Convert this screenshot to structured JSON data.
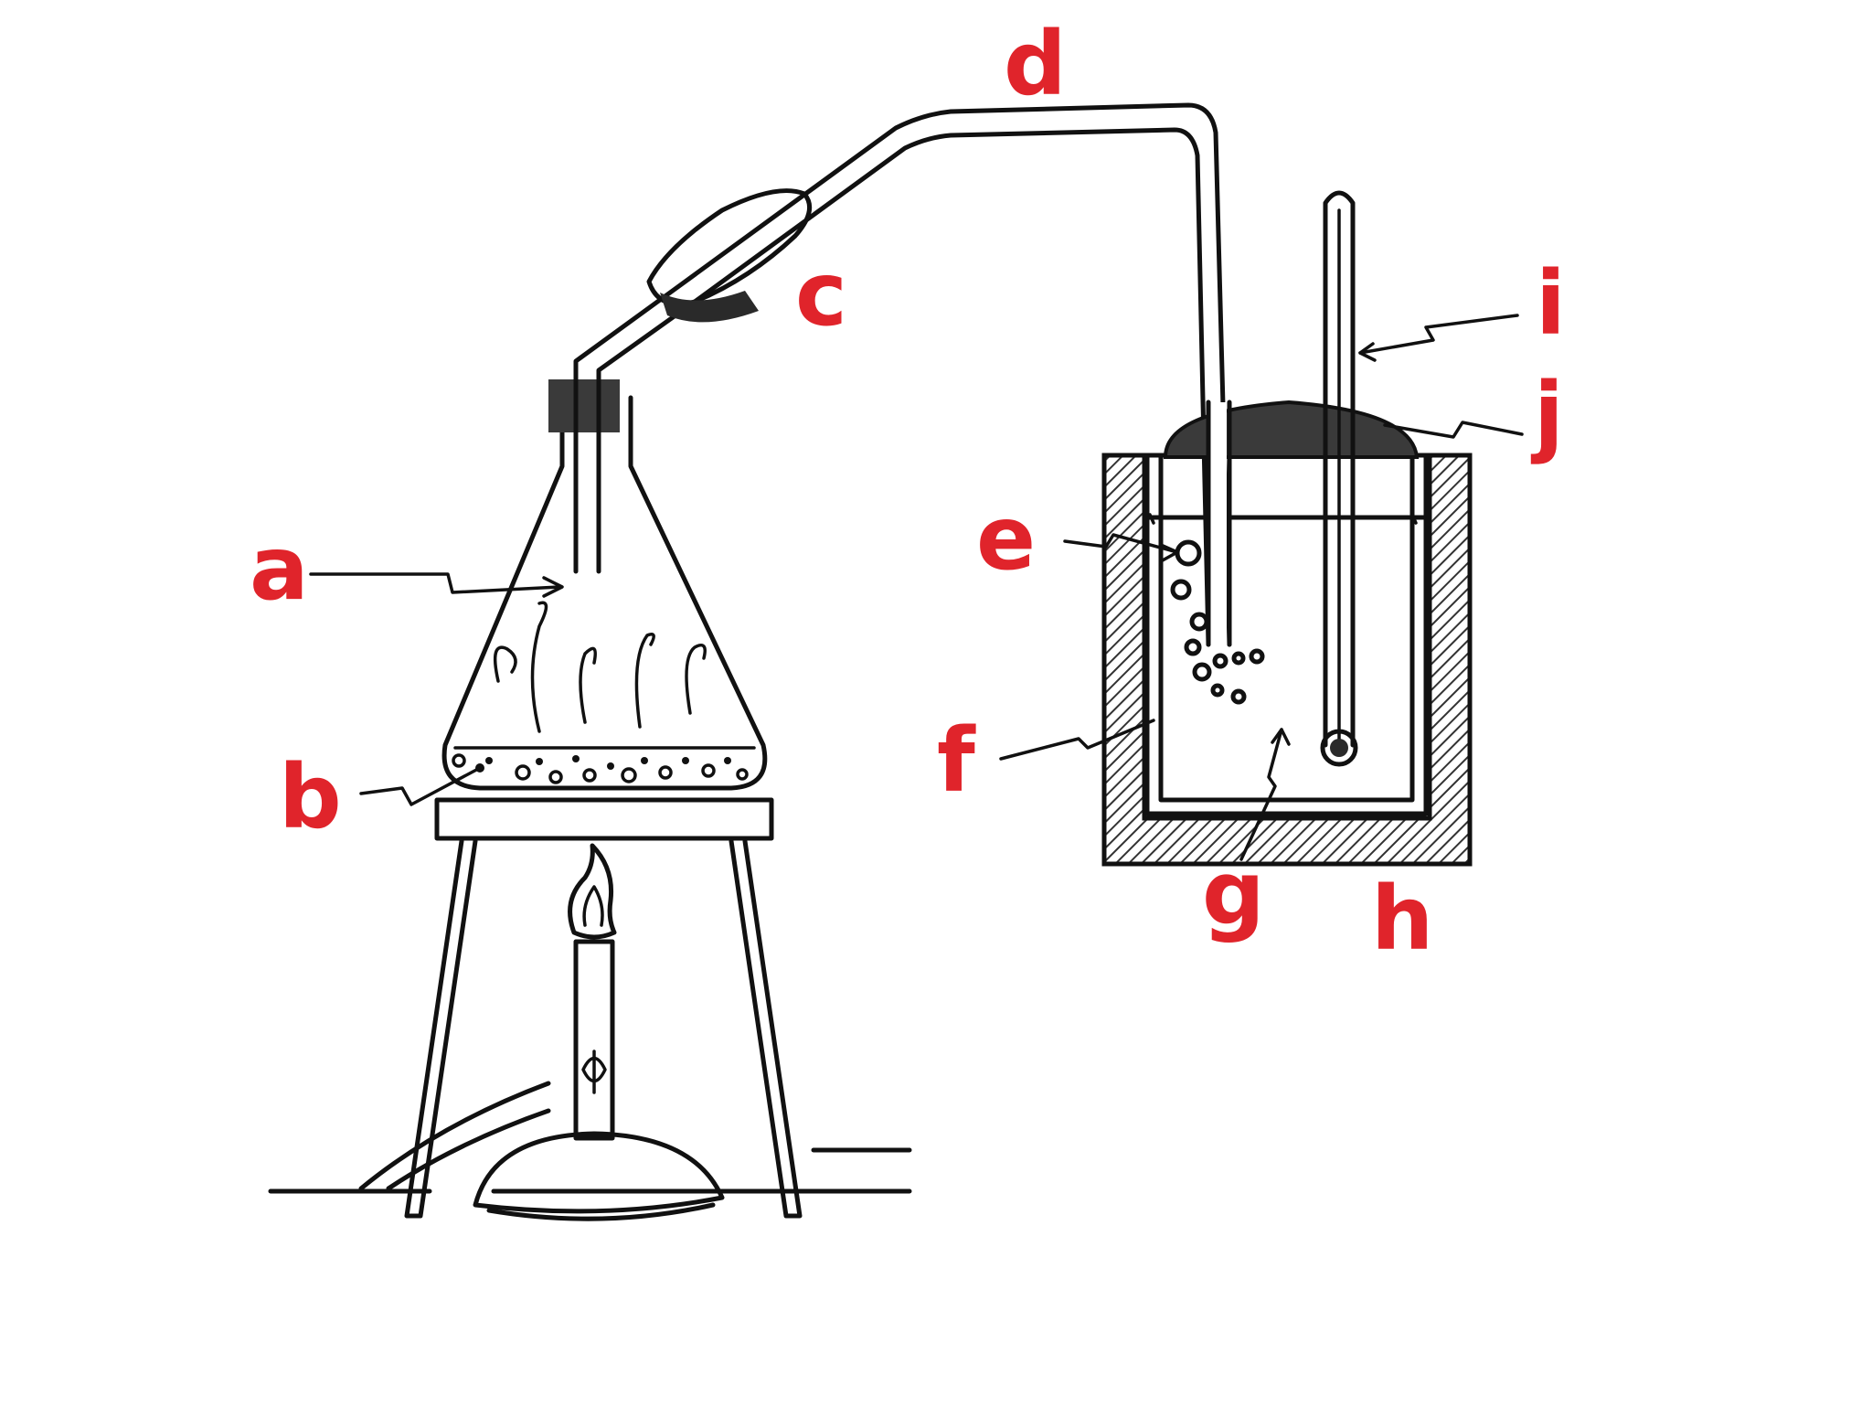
{
  "diagram": {
    "label_color": "#e0242b",
    "line_color": "#111111",
    "labels": {
      "a": "a",
      "b": "b",
      "c": "c",
      "d": "d",
      "e": "e",
      "f": "f",
      "g": "g",
      "h": "h",
      "i": "i",
      "j": "j"
    }
  }
}
